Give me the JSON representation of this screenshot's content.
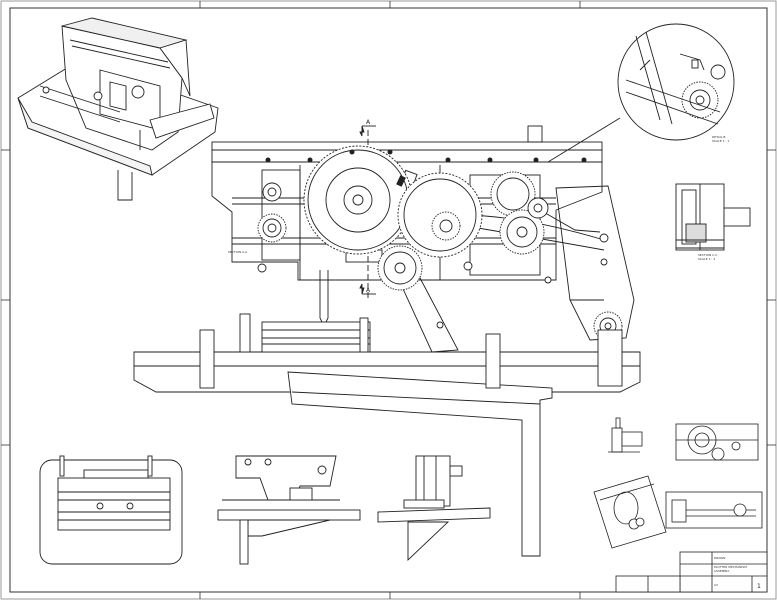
{
  "sheet": {
    "section_mark": "A",
    "section_label": "SECTION A-A",
    "detail_label": "DETAIL B",
    "detail_scale": "SCALE 1 : 1",
    "section_view_label": "SECTION C-C",
    "section_view_scale": "SCALE 1 : 2",
    "title_block": {
      "drawn_by": "DRAWN",
      "title_line_1": "PLOTTER MECHANISM",
      "title_line_2": "ASSEMBLY",
      "size": "A3",
      "sheet_no": "1"
    }
  }
}
